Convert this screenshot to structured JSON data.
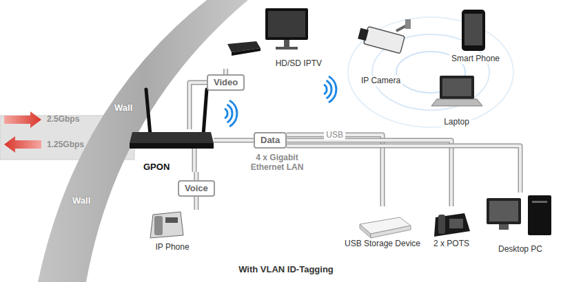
{
  "diagram": {
    "caption": "With VLAN ID-Tagging",
    "nodes": [
      {
        "text": [
          "GPON"
        ]
      },
      {
        "text": [
          "Video"
        ]
      },
      {
        "text": [
          "HD/SD IPTV"
        ]
      },
      {
        "text": [
          "Data"
        ]
      },
      {
        "text": [
          "IP Camera"
        ]
      },
      {
        "text": [
          "Smart Phone"
        ]
      },
      {
        "text": [
          "Laptop"
        ]
      },
      {
        "text": [
          "Voice"
        ]
      },
      {
        "text": [
          "IP Phone"
        ]
      },
      {
        "text": [
          "USB Storage Device"
        ]
      },
      {
        "text": [
          "2 x POTS"
        ]
      },
      {
        "text": [
          "Desktop PC"
        ]
      }
    ],
    "edges": [
      {
        "from": 0,
        "to": 1,
        "arrow": "none"
      },
      {
        "from": 1,
        "to": 2,
        "arrow": "none"
      },
      {
        "from": 0,
        "to": 3,
        "arrow": "none"
      },
      {
        "from": 3,
        "to": 9,
        "label": "USB",
        "arrow": "none"
      },
      {
        "from": 3,
        "to": 10,
        "arrow": "none"
      },
      {
        "from": 3,
        "to": 11,
        "arrow": "none"
      },
      {
        "from": 0,
        "to": 7,
        "arrow": "none"
      },
      {
        "from": 7,
        "to": 8,
        "arrow": "none"
      }
    ],
    "labels": [
      "2.5Gbps",
      "1.25Gbps",
      "Wall",
      "Wall",
      "4 x Gigabit Ethernet LAN"
    ]
  }
}
